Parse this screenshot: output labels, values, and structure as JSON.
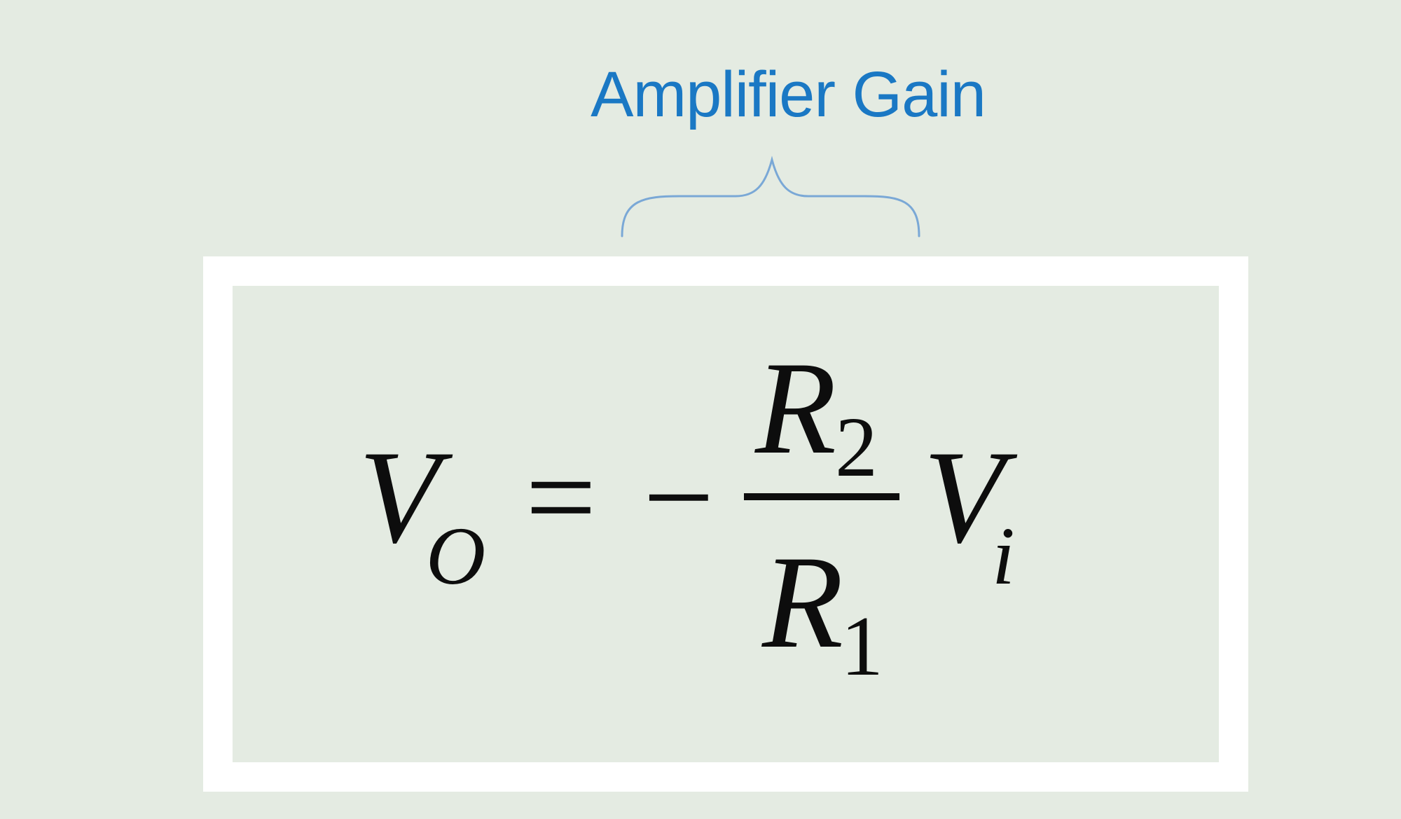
{
  "annotation": {
    "label": "Amplifier Gain",
    "color": "#1a78c4",
    "brace_color": "#7aa8d6"
  },
  "equation": {
    "lhs": {
      "symbol": "V",
      "subscript": "O"
    },
    "equals": "=",
    "minus": "−",
    "numerator": {
      "symbol": "R",
      "subscript": "2"
    },
    "denominator": {
      "symbol": "R",
      "subscript": "1"
    },
    "rhs": {
      "symbol": "V",
      "subscript": "i"
    },
    "frame_color": "#ffffff"
  }
}
